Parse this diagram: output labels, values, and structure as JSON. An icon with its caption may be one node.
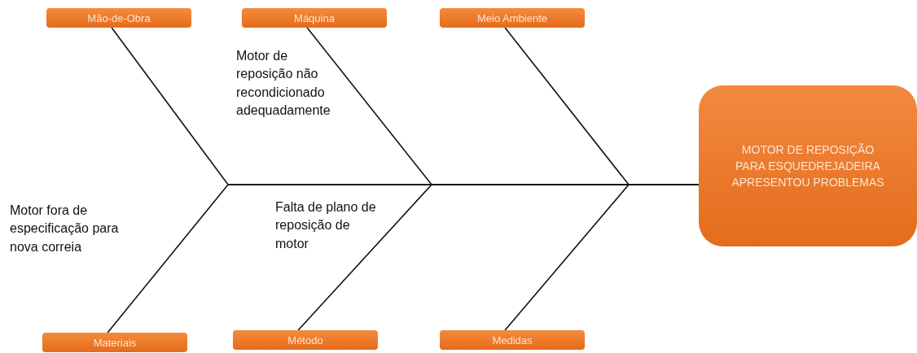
{
  "diagram": {
    "nodes": [
      {
        "text": [
          "Mão-de-Obra"
        ]
      },
      {
        "text": [
          "Máquina"
        ]
      },
      {
        "text": [
          "Meio Ambiente"
        ]
      },
      {
        "text": [
          "Materiais"
        ]
      },
      {
        "text": [
          "Método"
        ]
      },
      {
        "text": [
          "Medidas"
        ]
      },
      {
        "text": [
          "MOTOR DE REPOSIÇÃO PARA ESQUEDREJADEIRA APRESENTOU PROBLEMAS"
        ]
      }
    ],
    "edges": [
      {
        "from": 0,
        "to": 6,
        "arrow": "none"
      },
      {
        "from": 1,
        "to": 6,
        "arrow": "none"
      },
      {
        "from": 2,
        "to": 6,
        "arrow": "none"
      },
      {
        "from": 3,
        "to": 6,
        "arrow": "none"
      },
      {
        "from": 4,
        "to": 6,
        "arrow": "none"
      },
      {
        "from": 5,
        "to": 6,
        "arrow": "none"
      }
    ],
    "labels": [
      "Motor de reposição não recondicionado adequadamente",
      "Falta de plano de reposição de motor",
      "Motor fora de especificação para nova correia"
    ]
  }
}
